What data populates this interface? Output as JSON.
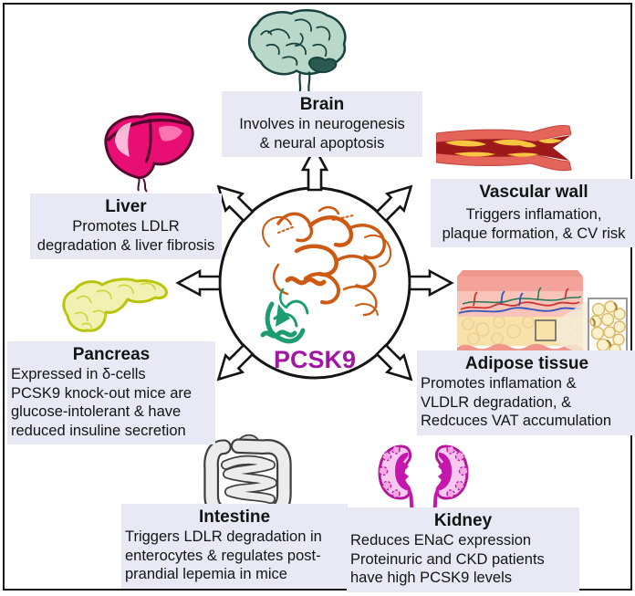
{
  "figure": {
    "center_label": "PCSK9"
  },
  "organs": {
    "brain": {
      "title": "Brain",
      "lines": [
        "Involves in neurogenesis",
        "& neural apoptosis"
      ]
    },
    "liver": {
      "title": "Liver",
      "lines": [
        "Promotes LDLR",
        "degradation & liver fibrosis"
      ]
    },
    "vascular_wall": {
      "title": "Vascular wall",
      "lines": [
        "Triggers inflamation,",
        "plaque formation, & CV risk"
      ]
    },
    "pancreas": {
      "title": "Pancreas",
      "lines": [
        "Expressed in δ-cells",
        "PCSK9 knock-out mice are",
        "glucose-intolerant  & have",
        "reduced insuline secretion"
      ]
    },
    "adipose_tissue": {
      "title": "Adipose tissue",
      "lines": [
        "Promotes inflamation &",
        "VLDLR degradation, &",
        "Redcuces VAT  accumulation"
      ]
    },
    "intestine": {
      "title": "Intestine",
      "lines": [
        "Triggers LDLR degradation in",
        "enterocytes & regulates post-",
        "prandial lepemia in mice"
      ]
    },
    "kidney": {
      "title": "Kidney",
      "lines": [
        "Reduces ENaC expression",
        "Proteinuric and CKD patients",
        "have  high PCSK9 levels"
      ]
    }
  },
  "colors": {
    "caption_bg": "#e9e9f6",
    "pcsk9_label": "#a316a3",
    "protein_orange": "#cd5a12",
    "protein_green": "#1d9c72",
    "liver_pink": "#e90e74",
    "kidney_magenta": "#c516ad",
    "brain_teal": "#b9d8ca",
    "pancreas_yellow": "#f1f1b2",
    "plaque_yellow": "#f8c640",
    "vessel_red": "#e4645a"
  }
}
